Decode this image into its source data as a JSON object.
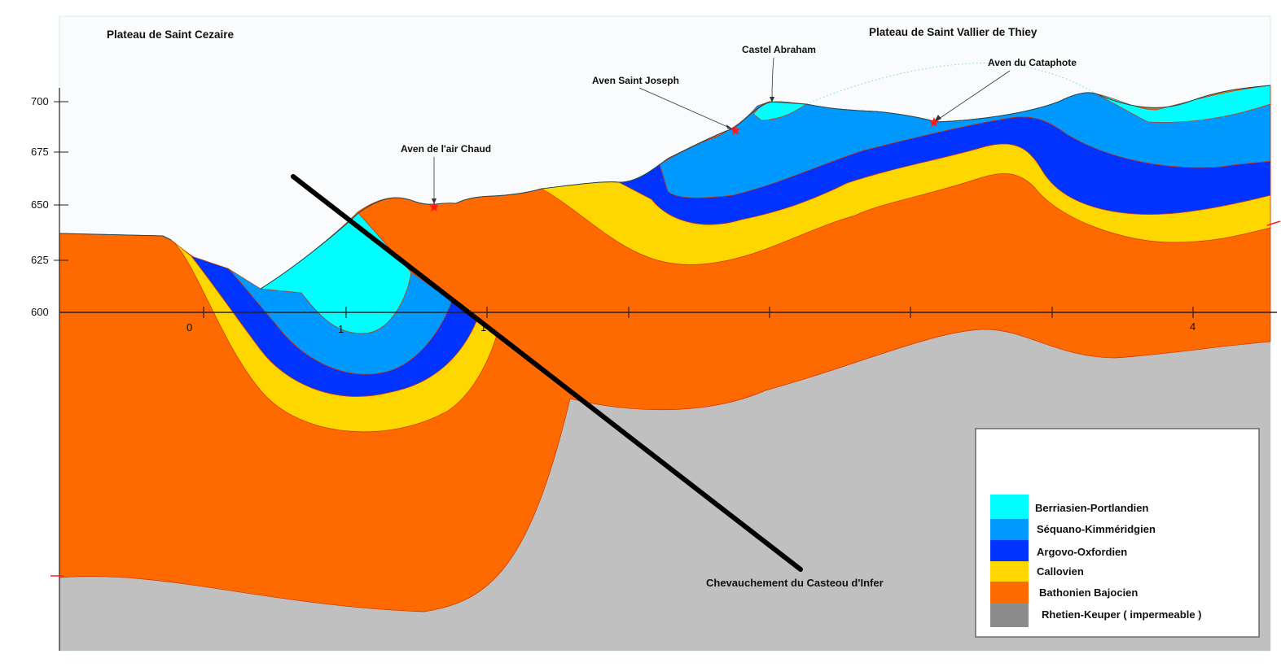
{
  "titles": {
    "left": "Plateau de Saint Cezaire",
    "right": "Plateau de Saint Vallier de Thiey"
  },
  "places": {
    "castel_abraham": "Castel Abraham",
    "aven_saint_joseph": "Aven Saint Joseph",
    "aven_cataphote": "Aven du Cataphote",
    "aven_air_chaud": "Aven de l'air Chaud"
  },
  "fault_label": "Chevauchement du Casteou d'Infer",
  "y_axis": {
    "ticks": [
      "700",
      "675",
      "650",
      "625",
      "600"
    ]
  },
  "x_axis": {
    "ticks": [
      "0",
      "1",
      "1",
      "4"
    ]
  },
  "colors": {
    "berriasien": "#00FFFF",
    "sequano": "#0099FF",
    "argovo": "#0033FF",
    "callovien": "#FFD700",
    "bathonien": "#FF6A00",
    "rhetien": "#C0C0C0",
    "fault": "#000000",
    "marker": "#FF0000"
  },
  "legend": {
    "items": [
      {
        "label": "Berriasien-Portlandien",
        "color": "#00FFFF"
      },
      {
        "label": "Séquano-Kimméridgien",
        "color": "#0099FF"
      },
      {
        "label": "Argovo-Oxfordien",
        "color": "#0033FF"
      },
      {
        "label": "Callovien",
        "color": "#FFD700"
      },
      {
        "label": "Bathonien Bajocien",
        "color": "#FF6A00"
      },
      {
        "label": "Rhetien-Keuper ( impermeable )",
        "color": "#8C8C8C"
      }
    ]
  }
}
